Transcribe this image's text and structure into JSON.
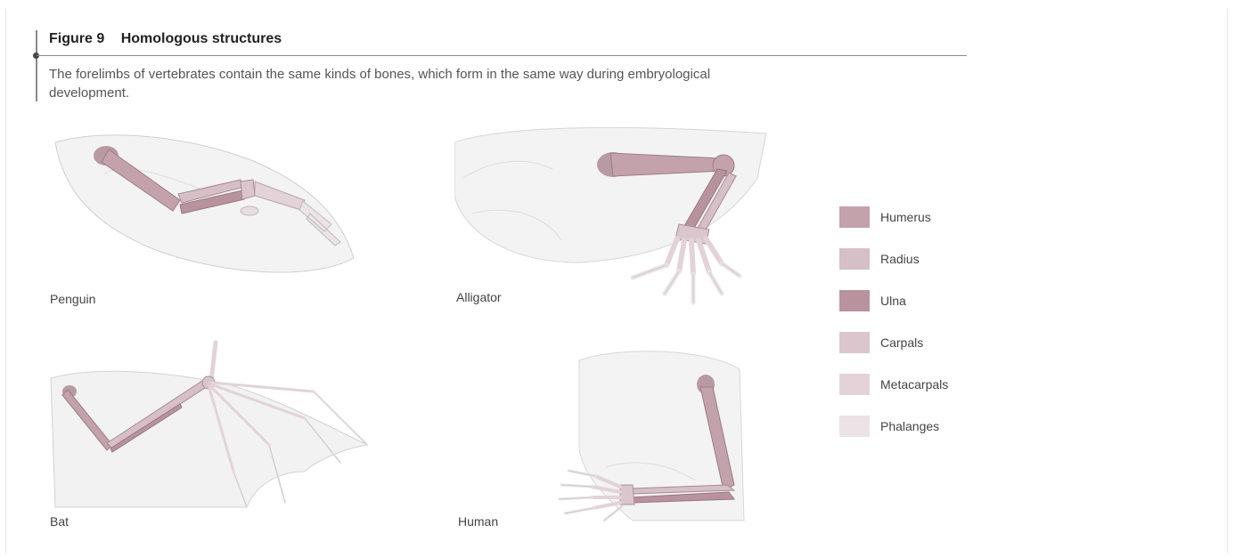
{
  "figure": {
    "number": "Figure 9",
    "title": "Homologous structures",
    "caption": "The forelimbs of vertebrates contain the same kinds of bones, which form in the same way during embryological development."
  },
  "panels": [
    {
      "label": "Penguin"
    },
    {
      "label": "Alligator"
    },
    {
      "label": "Bat"
    },
    {
      "label": "Human"
    }
  ],
  "legend": [
    {
      "label": "Humerus",
      "color": "#c4a2ab"
    },
    {
      "label": "Radius",
      "color": "#d6bfc6"
    },
    {
      "label": "Ulna",
      "color": "#b8939d"
    },
    {
      "label": "Carpals",
      "color": "#dac6cc"
    },
    {
      "label": "Metacarpals",
      "color": "#e3d3d8"
    },
    {
      "label": "Phalanges",
      "color": "#ece3e6"
    }
  ]
}
